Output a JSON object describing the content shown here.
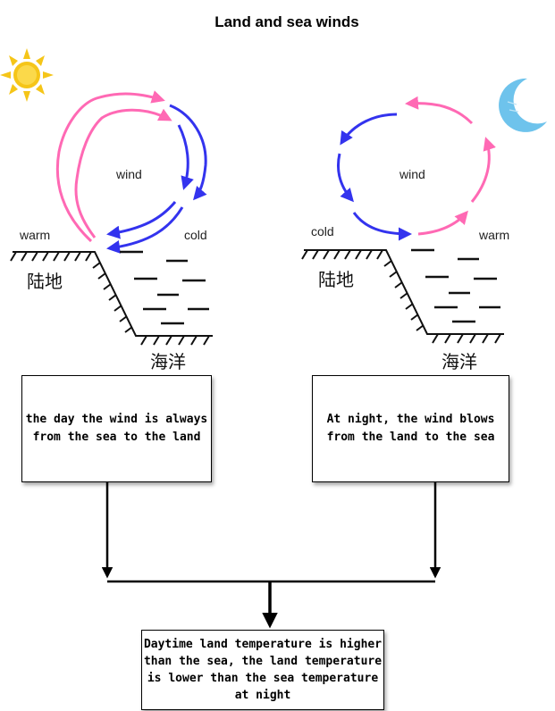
{
  "title": "Land and sea winds",
  "day": {
    "wind_label": "wind",
    "warm_label": "warm",
    "cold_label": "cold",
    "land_label": "陆地",
    "sea_label": "海洋",
    "icon": "sun-icon",
    "note": "the day the wind is always from the sea to the land"
  },
  "night": {
    "wind_label": "wind",
    "cold_label": "cold",
    "warm_label": "warm",
    "land_label": "陆地",
    "sea_label": "海洋",
    "icon": "moon-icon",
    "note": "At night, the wind blows from the land to the sea"
  },
  "summary": "Daytime land temperature is higher than the sea, the land temperature is lower than the sea temperature at night",
  "colors": {
    "warm_arrow": "#ff69b4",
    "cold_arrow": "#3333ee",
    "sun": "#f5c518",
    "moon": "#6ec3ec"
  }
}
